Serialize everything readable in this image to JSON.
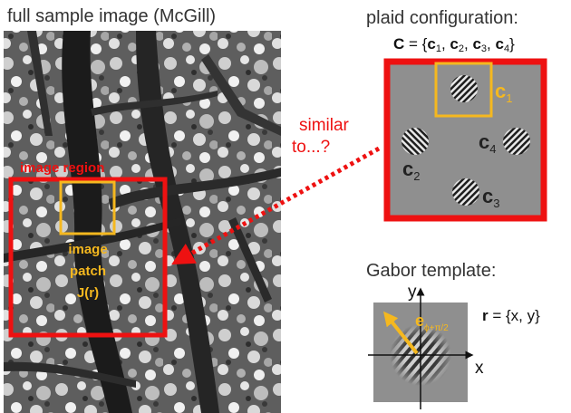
{
  "sample_image": {
    "title": "full sample image (McGill)",
    "region_label": "image region",
    "patch_label_line1": "image",
    "patch_label_line2": "patch",
    "patch_label_line3": "J(r)"
  },
  "relation": {
    "line1": "similar",
    "line2": "to...?"
  },
  "plaid": {
    "title": "plaid configuration:",
    "set_symbol": "C",
    "set_open": " = {",
    "set_c": "c",
    "set_sub_1": "1",
    "set_sub_2": "2",
    "set_sub_3": "3",
    "set_sub_4": "4",
    "set_sep": ", ",
    "set_close": "}",
    "component_letter": "c",
    "component_sub_1": "1",
    "component_sub_2": "2",
    "component_sub_3": "3",
    "component_sub_4": "4"
  },
  "gabor": {
    "title": "Gabor template:",
    "axis_x": "x",
    "axis_y": "y",
    "vector_letter": "e",
    "vector_sub": "ϕ+π/2",
    "r_symbol": "r",
    "r_def": " = {x, y}"
  },
  "colors": {
    "red": "#ee1111",
    "orange": "#f5b81f",
    "gray_panel": "#8f8f8f",
    "dark_text": "#222222"
  }
}
